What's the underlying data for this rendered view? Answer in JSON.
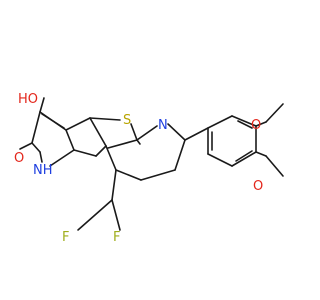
{
  "molecule": {
    "atoms": {
      "hydroxyl": {
        "text": "HO",
        "color": "#e3261b"
      },
      "thio": {
        "text": "S",
        "color": "#b8a400"
      },
      "pyr_n": {
        "text": "N",
        "color": "#1e3fe0"
      },
      "methoxy_o1": {
        "text": "O",
        "color": "#e3261b"
      },
      "methoxy_o2": {
        "text": "O",
        "color": "#e3261b"
      },
      "carbonyl_o": {
        "text": "O",
        "color": "#e3261b"
      },
      "amide_nh": {
        "text": "NH",
        "color": "#1e3fe0"
      },
      "fluoro_1": {
        "text": "F",
        "color": "#9fae1c"
      },
      "fluoro_2": {
        "text": "F",
        "color": "#9fae1c"
      }
    },
    "bond_color": "#1a1a1a"
  }
}
